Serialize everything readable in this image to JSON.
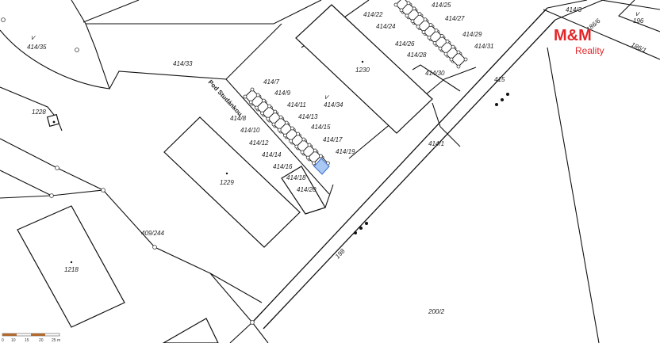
{
  "logo": {
    "brand": "M&M",
    "tagline": "Reality",
    "color": "#e3262a"
  },
  "street_name": "Pod Studánkou",
  "parcels": {
    "p414_35": "414/35",
    "p414_33": "414/33",
    "p1228": "1228",
    "p1229": "1229",
    "p1230": "1230",
    "p1218": "1218",
    "p409_244": "409/244",
    "p414_34": "414/34",
    "p414_7": "414/7",
    "p414_8": "414/8",
    "p414_9": "414/9",
    "p414_10": "414/10",
    "p414_11": "414/11",
    "p414_12": "414/12",
    "p414_13": "414/13",
    "p414_14": "414/14",
    "p414_15": "414/15",
    "p414_16": "414/16",
    "p414_17": "414/17",
    "p414_18": "414/18",
    "p414_19": "414/19",
    "p414_20": "414/20",
    "p414_22": "414/22",
    "p414_24": "414/24",
    "p414_25": "414/25",
    "p414_26": "414/26",
    "p414_27": "414/27",
    "p414_28": "414/28",
    "p414_29": "414/29",
    "p414_30": "414/30",
    "p414_31": "414/31",
    "p414_1": "414/1",
    "p414_3": "414/3",
    "p415": "415",
    "p198": "198",
    "p200_2": "200/2",
    "p196": "196",
    "p186_1": "186/1",
    "p186_6": "186/6"
  },
  "scale": {
    "ticks": [
      "0",
      "10",
      "15",
      "20",
      "25 m"
    ]
  },
  "highlight_color": "#a9c8f2"
}
